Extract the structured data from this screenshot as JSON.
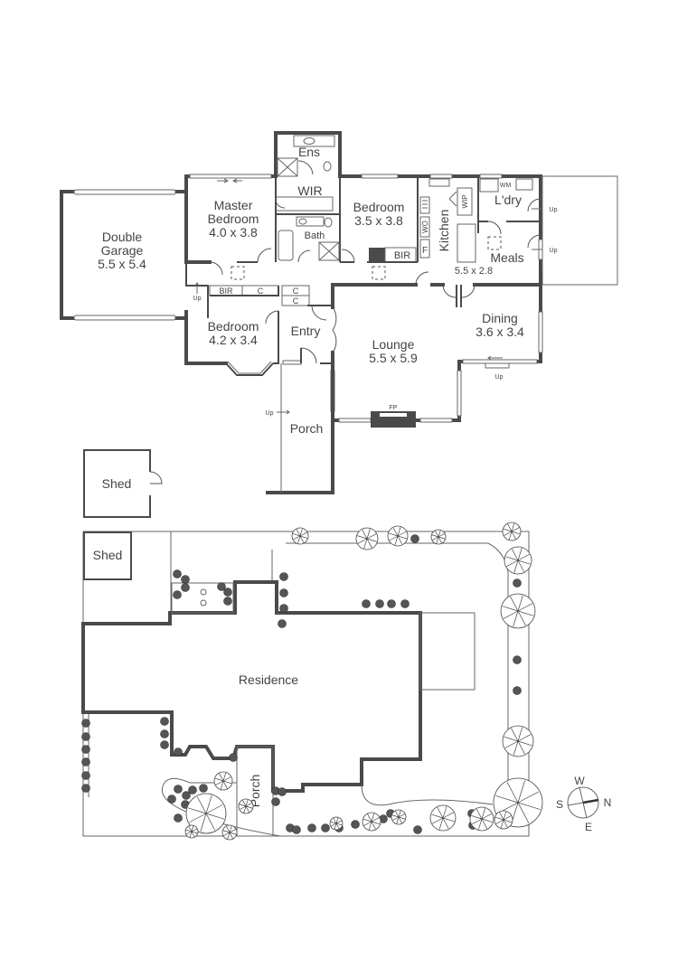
{
  "floor_plan": {
    "rooms": [
      {
        "id": "ens",
        "name": "Ens",
        "dims": ""
      },
      {
        "id": "wir",
        "name": "WIR",
        "dims": ""
      },
      {
        "id": "master",
        "name": "Master Bedroom",
        "line1": "Master",
        "line2": "Bedroom",
        "dims": "4.0 x 3.8"
      },
      {
        "id": "bedroom2",
        "name": "Bedroom",
        "dims": "3.5 x 3.8"
      },
      {
        "id": "bath",
        "name": "Bath",
        "dims": ""
      },
      {
        "id": "garage",
        "name": "Double Garage",
        "line1": "Double",
        "line2": "Garage",
        "dims": "5.5 x 5.4"
      },
      {
        "id": "bedroom3",
        "name": "Bedroom",
        "dims": "4.2 x 3.4"
      },
      {
        "id": "kitchen",
        "name": "Kitchen",
        "dims": ""
      },
      {
        "id": "laundry",
        "name": "L'dry",
        "dims": ""
      },
      {
        "id": "meals",
        "name": "Meals",
        "dims": "5.5 x 2.8"
      },
      {
        "id": "entry",
        "name": "Entry",
        "dims": ""
      },
      {
        "id": "lounge",
        "name": "Lounge",
        "dims": "5.5 x 5.9"
      },
      {
        "id": "dining",
        "name": "Dining",
        "dims": "3.6 x 3.4"
      },
      {
        "id": "porch",
        "name": "Porch",
        "dims": ""
      },
      {
        "id": "shed",
        "name": "Shed",
        "dims": ""
      }
    ],
    "fixtures": {
      "bir": "BIR",
      "cupboard": "C",
      "wo": "WO",
      "fridge": "F",
      "wip": "WIP",
      "wm": "WM",
      "fireplace": "FP",
      "up": "Up"
    }
  },
  "site_plan": {
    "shed": "Shed",
    "residence": "Residence",
    "porch": "Porch"
  },
  "compass": {
    "north": "N",
    "south": "S",
    "east": "E",
    "west": "W"
  }
}
